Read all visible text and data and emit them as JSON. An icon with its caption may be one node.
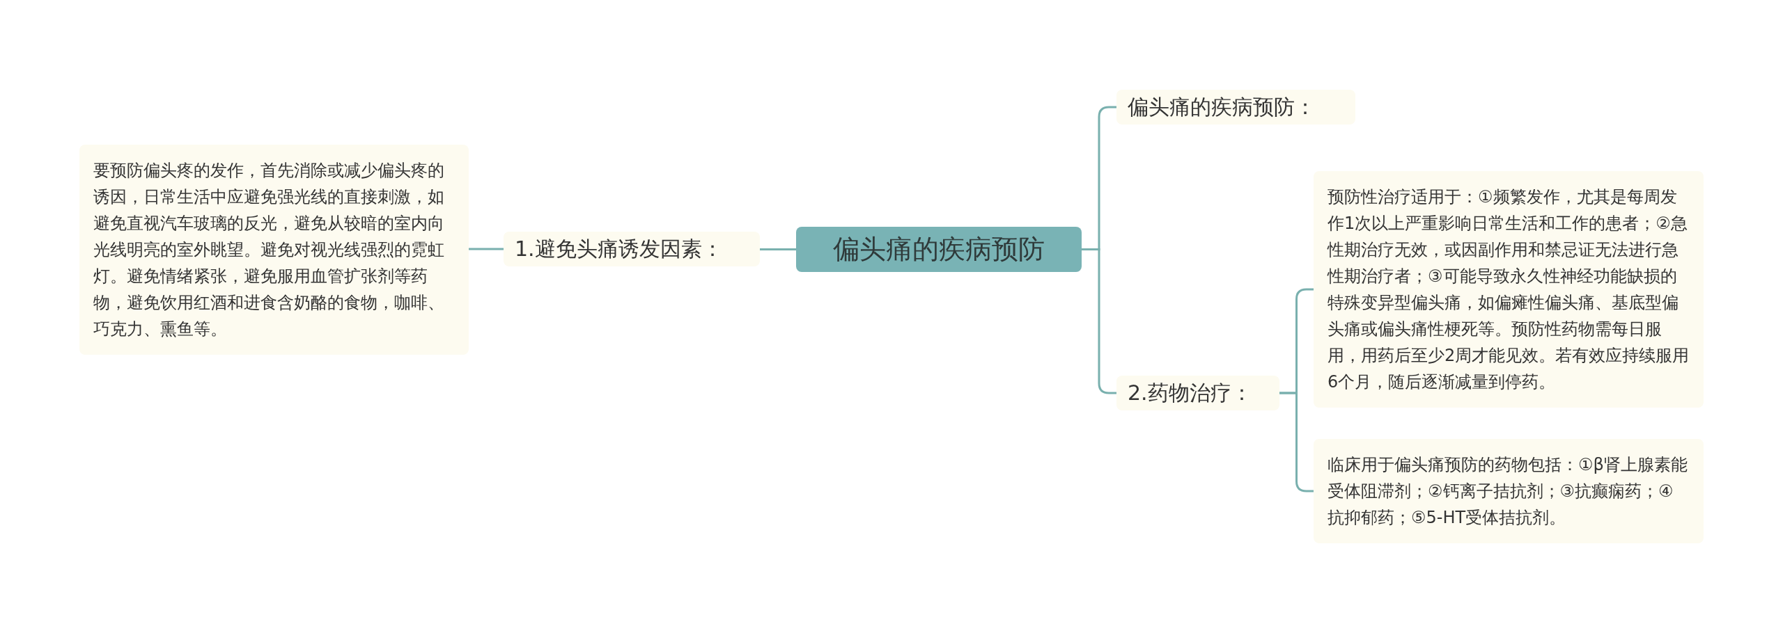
{
  "diagram": {
    "nodes": [
      {
        "text": [
          "偏头痛的疾病预防"
        ]
      },
      {
        "text": [
          "1.避免头痛诱发因素："
        ]
      },
      {
        "text": [
          "要预防偏头疼的发作，首先消除或减少偏头疼的诱因，日常生活中应避免强光线的直接刺激，如避免直视汽车玻璃的反光，避免从较暗的室内向光线明亮的室外眺望。避免对视光线强烈的霓虹灯。避免情绪紧张，避免服用血管扩张剂等药物，避免饮用红酒和进食含奶酪的食物，咖啡、巧克力、熏鱼等。"
        ]
      },
      {
        "text": [
          "偏头痛的疾病预防："
        ]
      },
      {
        "text": [
          "2.药物治疗："
        ]
      },
      {
        "text": [
          "预防性治疗适用于：①频繁发作，尤其是每周发作1次以上严重影响日常生活和工作的患者；②急性期治疗无效，或因副作用和禁忌证无法进行急性期治疗者；③可能导致永久性神经功能缺损的特殊变异型偏头痛，如偏瘫性偏头痛、基底型偏头痛或偏头痛性梗死等。预防性药物需每日服用，用药后至少2周才能见效。若有效应持续服用6个月，随后逐渐减量到停药。"
        ]
      },
      {
        "text": [
          "临床用于偏头痛预防的药物包括：①β肾上腺素能受体阻滞剂；②钙离子拮抗剂；③抗癫痫药；④抗抑郁药；⑤5-HT受体拮抗剂。"
        ]
      }
    ],
    "edges": [
      {
        "from": 0,
        "to": 1,
        "arrow": "none"
      },
      {
        "from": 1,
        "to": 2,
        "arrow": "none"
      },
      {
        "from": 0,
        "to": 3,
        "arrow": "none"
      },
      {
        "from": 0,
        "to": 4,
        "arrow": "none"
      },
      {
        "from": 4,
        "to": 5,
        "arrow": "none"
      },
      {
        "from": 4,
        "to": 6,
        "arrow": "none"
      }
    ]
  }
}
